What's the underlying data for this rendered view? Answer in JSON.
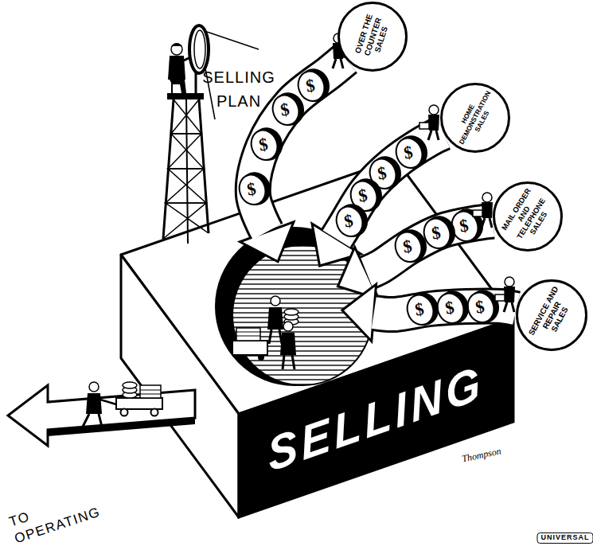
{
  "diagram": {
    "nodes": [
      {
        "text": [
          "OVER THE COUNTER SALES"
        ]
      },
      {
        "text": [
          "HOME DEMONSTRATION SALES"
        ]
      },
      {
        "text": [
          "MAIL ORDER AND TELEPHONE SALES"
        ]
      },
      {
        "text": [
          "SERVICE AND REPAIR SALES"
        ]
      },
      {
        "text": [
          "SELLING"
        ]
      }
    ],
    "edges": [
      {
        "from": 0,
        "to": 4,
        "arrow": "to"
      },
      {
        "from": 1,
        "to": 4,
        "arrow": "to"
      },
      {
        "from": 2,
        "to": 4,
        "arrow": "to"
      },
      {
        "from": 3,
        "to": 4,
        "arrow": "to"
      }
    ],
    "labels": [
      "SELLING PLAN",
      "$",
      "$",
      "$",
      "$",
      "$",
      "$",
      "$",
      "$",
      "$",
      "$",
      "$",
      "$",
      "$",
      "$",
      "TO OPERATING",
      "Thompson",
      "UNIVERSAL"
    ]
  }
}
